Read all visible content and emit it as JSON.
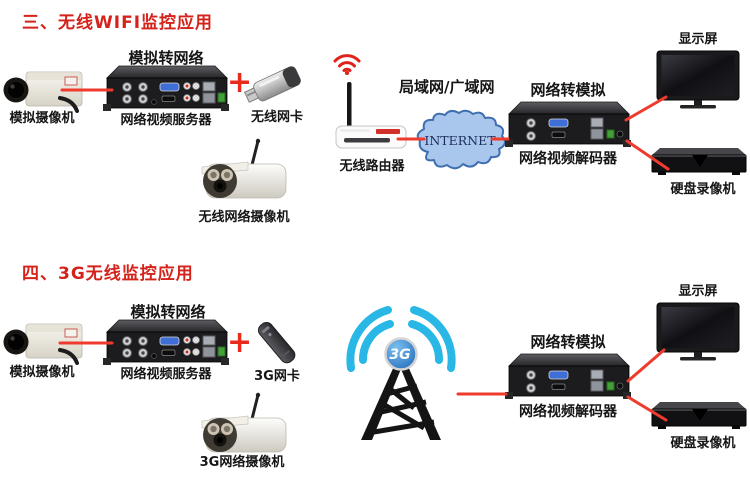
{
  "colors": {
    "title_red": "#d5231b",
    "line_red": "#ef3b2d",
    "wifi_red": "#e0231a",
    "cloud_fill": "#a9c6ec",
    "cloud_border": "#3f6fae",
    "signal_cyan": "#29b7e6"
  },
  "sections": [
    {
      "title": "三、无线WIFI监控应用",
      "labels": {
        "analog_camera": "模拟摄像机",
        "converter_caption": "模拟转网络",
        "server": "网络视频服务器",
        "plus": "+",
        "dongle": "无线网卡",
        "wireless_camera": "无线网络摄像机",
        "router": "无线路由器",
        "lan_wan": "局域网/广域网",
        "internet": "INTERNET",
        "decoder_caption": "网络转模拟",
        "decoder": "网络视频解码器",
        "monitor": "显示屏",
        "dvr": "硬盘录像机"
      }
    },
    {
      "title": "四、3G无线监控应用",
      "labels": {
        "analog_camera": "模拟摄像机",
        "converter_caption": "模拟转网络",
        "server": "网络视频服务器",
        "plus": "+",
        "dongle": "3G网卡",
        "wireless_camera": "3G网络摄像机",
        "tower_badge": "3G",
        "decoder_caption": "网络转模拟",
        "decoder": "网络视频解码器",
        "monitor": "显示屏",
        "dvr": "硬盘录像机"
      }
    }
  ]
}
